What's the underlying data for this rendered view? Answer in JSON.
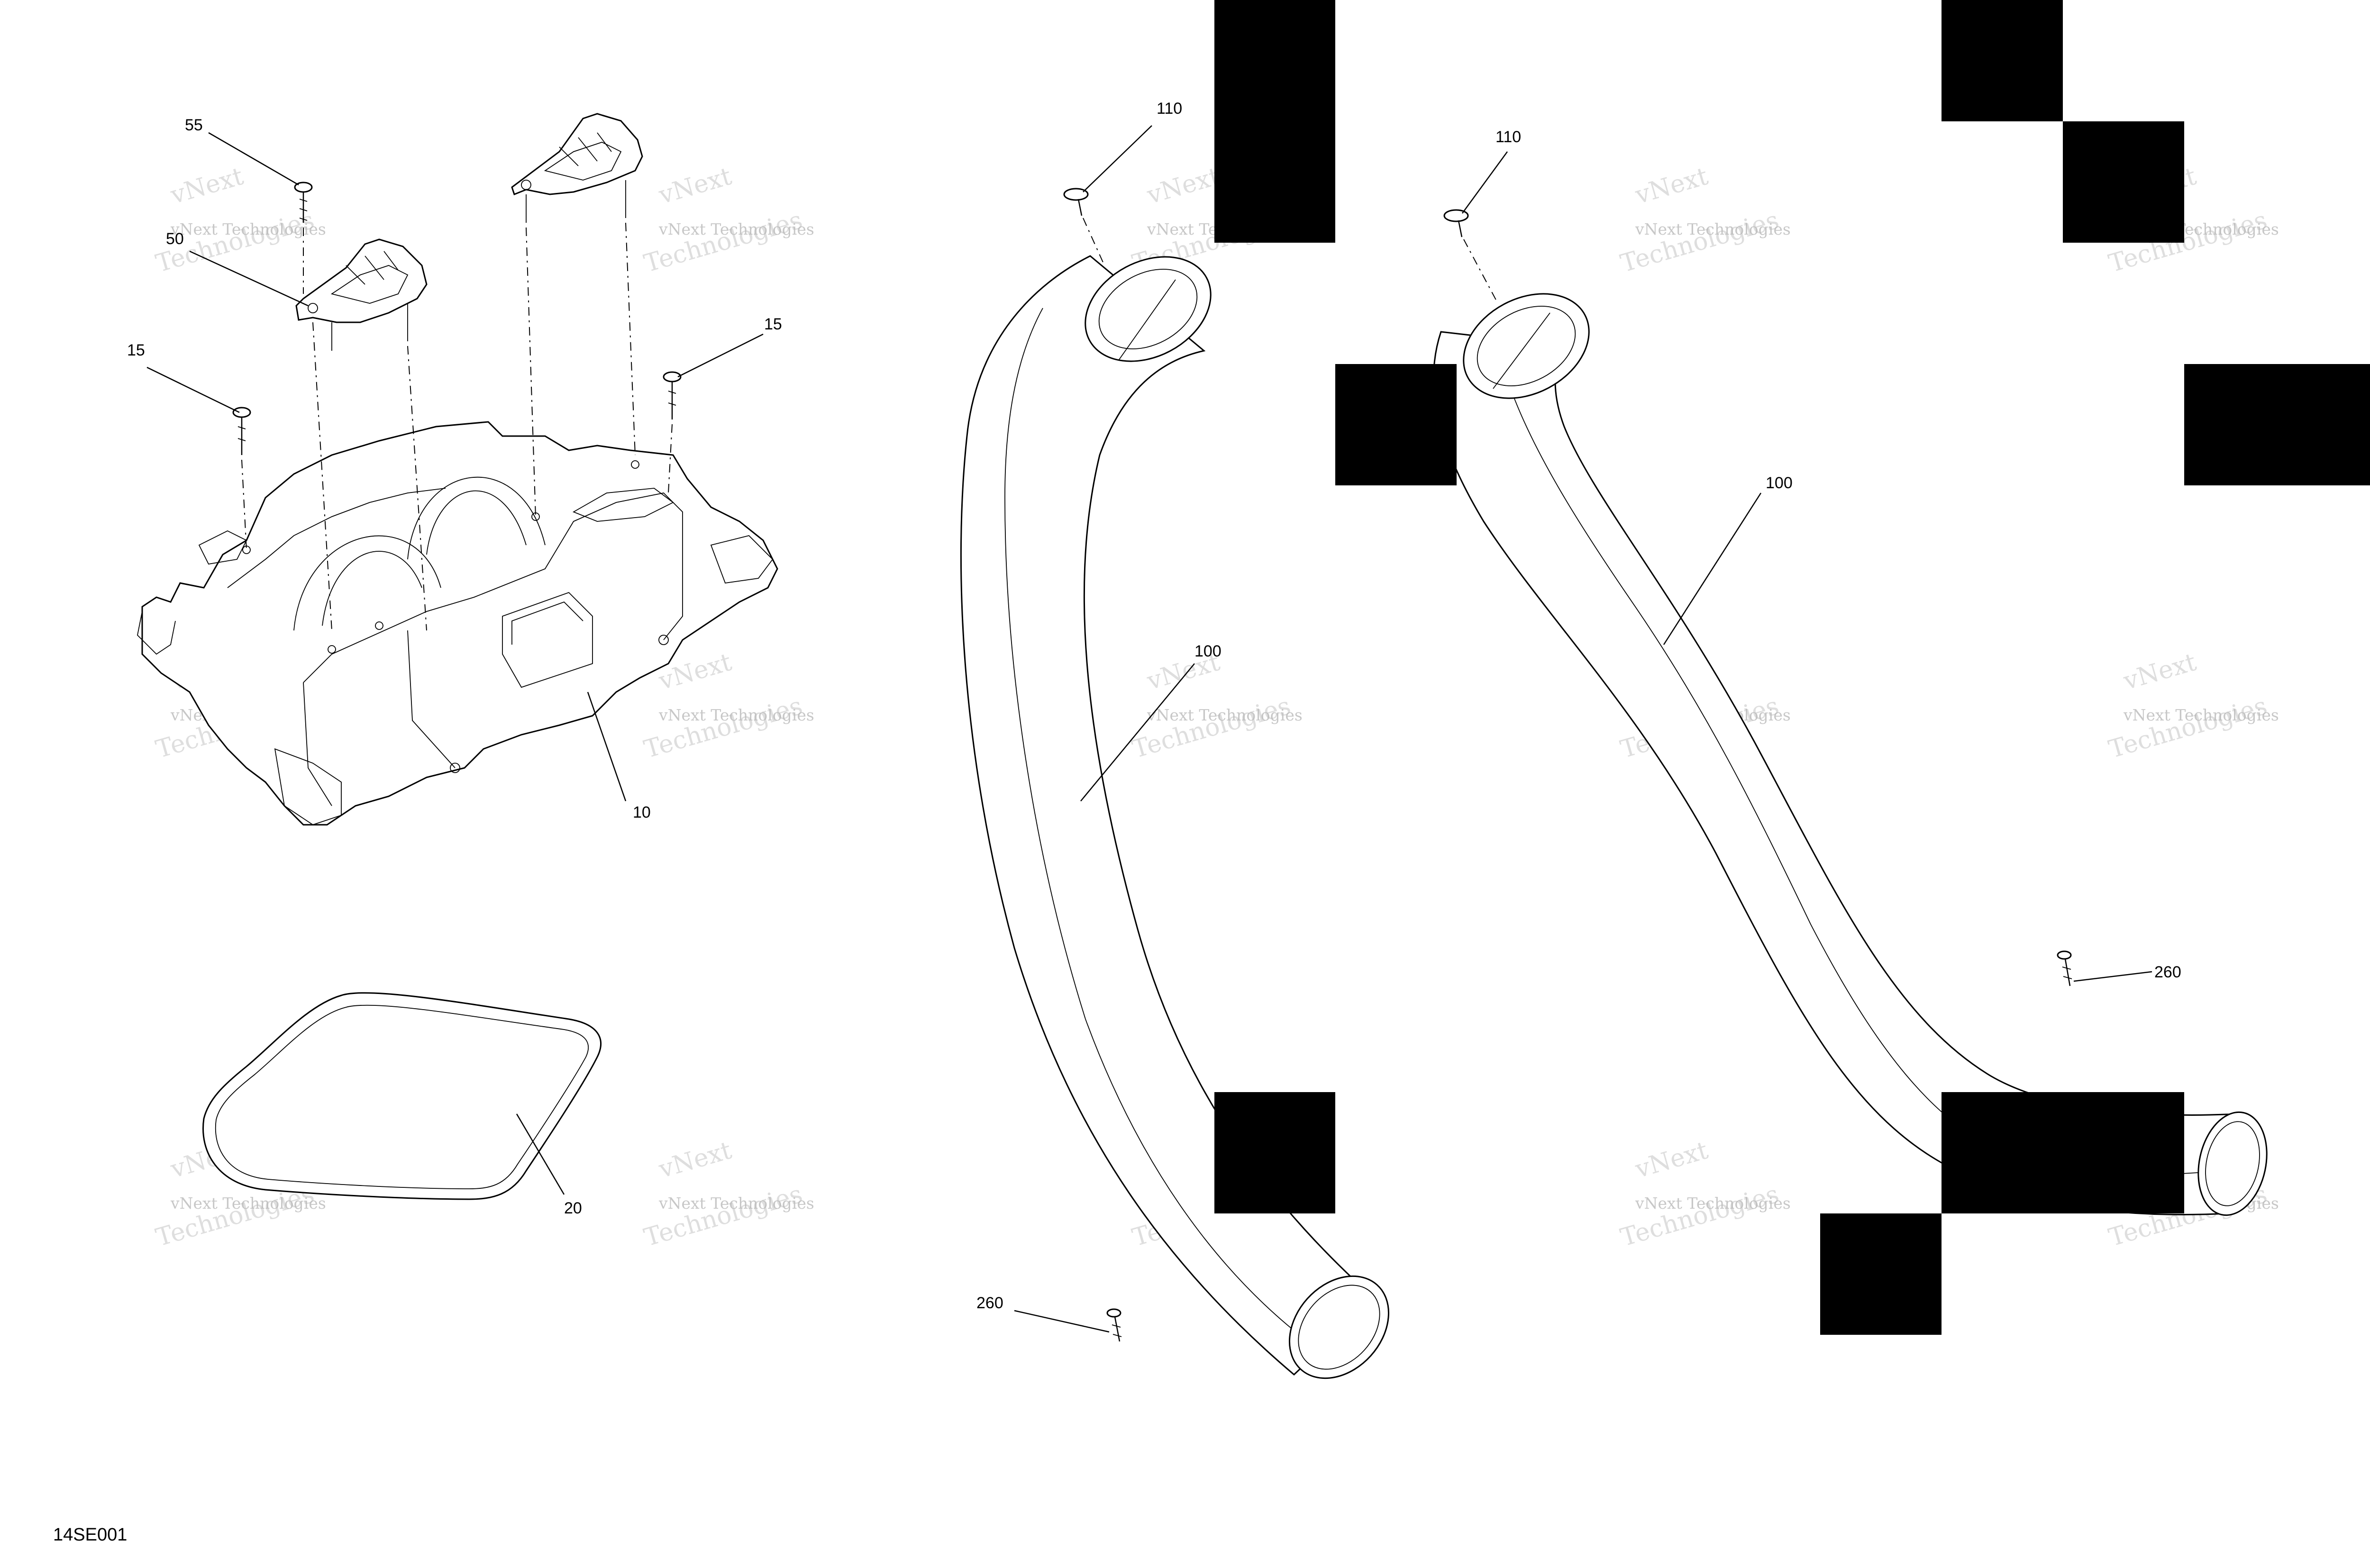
{
  "diagram_code": "14SE001",
  "watermark": {
    "line1": "vNext Technologies",
    "line2": "vNext",
    "line3": "Technologies"
  },
  "callouts": {
    "c10": "10",
    "c15a": "15",
    "c15b": "15",
    "c20": "20",
    "c50": "50",
    "c55": "55",
    "c100a": "100",
    "c100b": "100",
    "c110a": "110",
    "c110b": "110",
    "c260a": "260",
    "c260b": "260"
  }
}
